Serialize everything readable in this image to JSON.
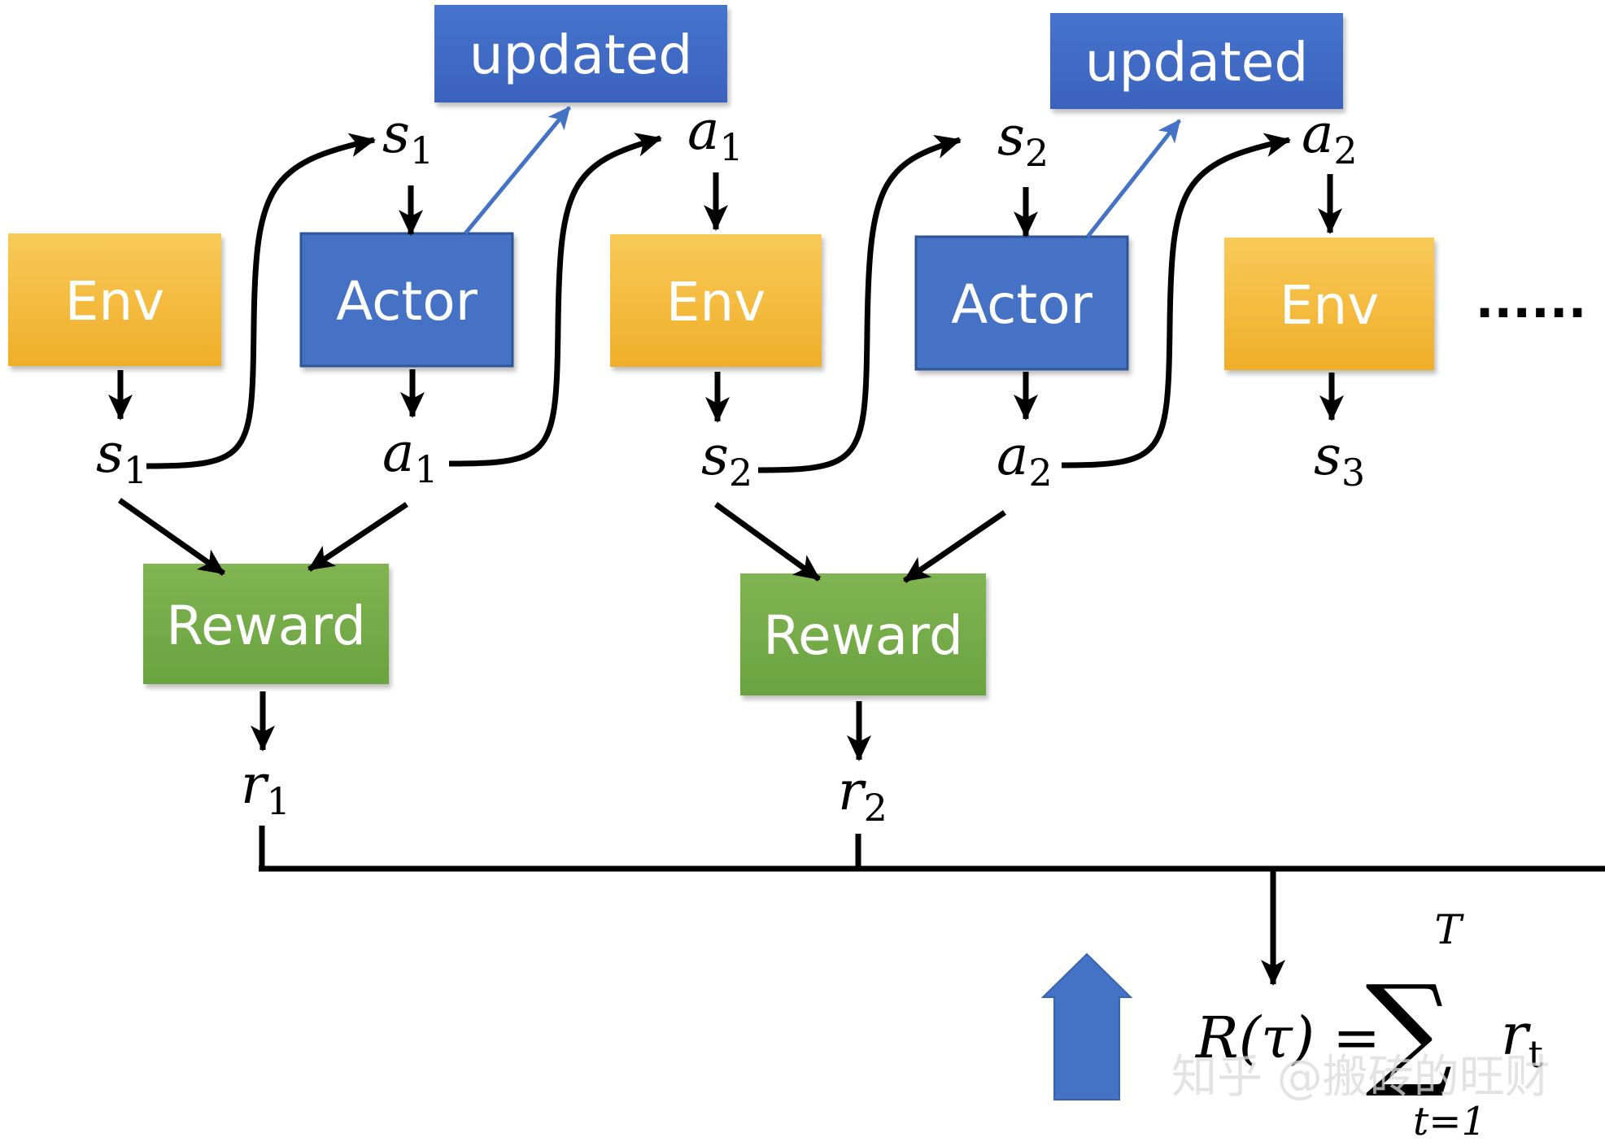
{
  "boxes": {
    "env": "Env",
    "actor": "Actor",
    "reward": "Reward",
    "updated": "updated"
  },
  "ellipsis": "......",
  "symbols": {
    "s": "s",
    "a": "a",
    "r": "r",
    "idx1": "1",
    "idx2": "2",
    "idx3": "3"
  },
  "formula": {
    "lhs": "R(τ) =",
    "sum": "∑",
    "upper": "T",
    "lower": "t=1",
    "term": "r",
    "term_sub": "t"
  },
  "watermark": "知乎 @搬砖的旺财",
  "colors": {
    "env": "#f2b430",
    "actor": "#4472c4",
    "updated": "#3d66c2",
    "reward": "#72a944",
    "update_arrow": "#4472c4"
  }
}
